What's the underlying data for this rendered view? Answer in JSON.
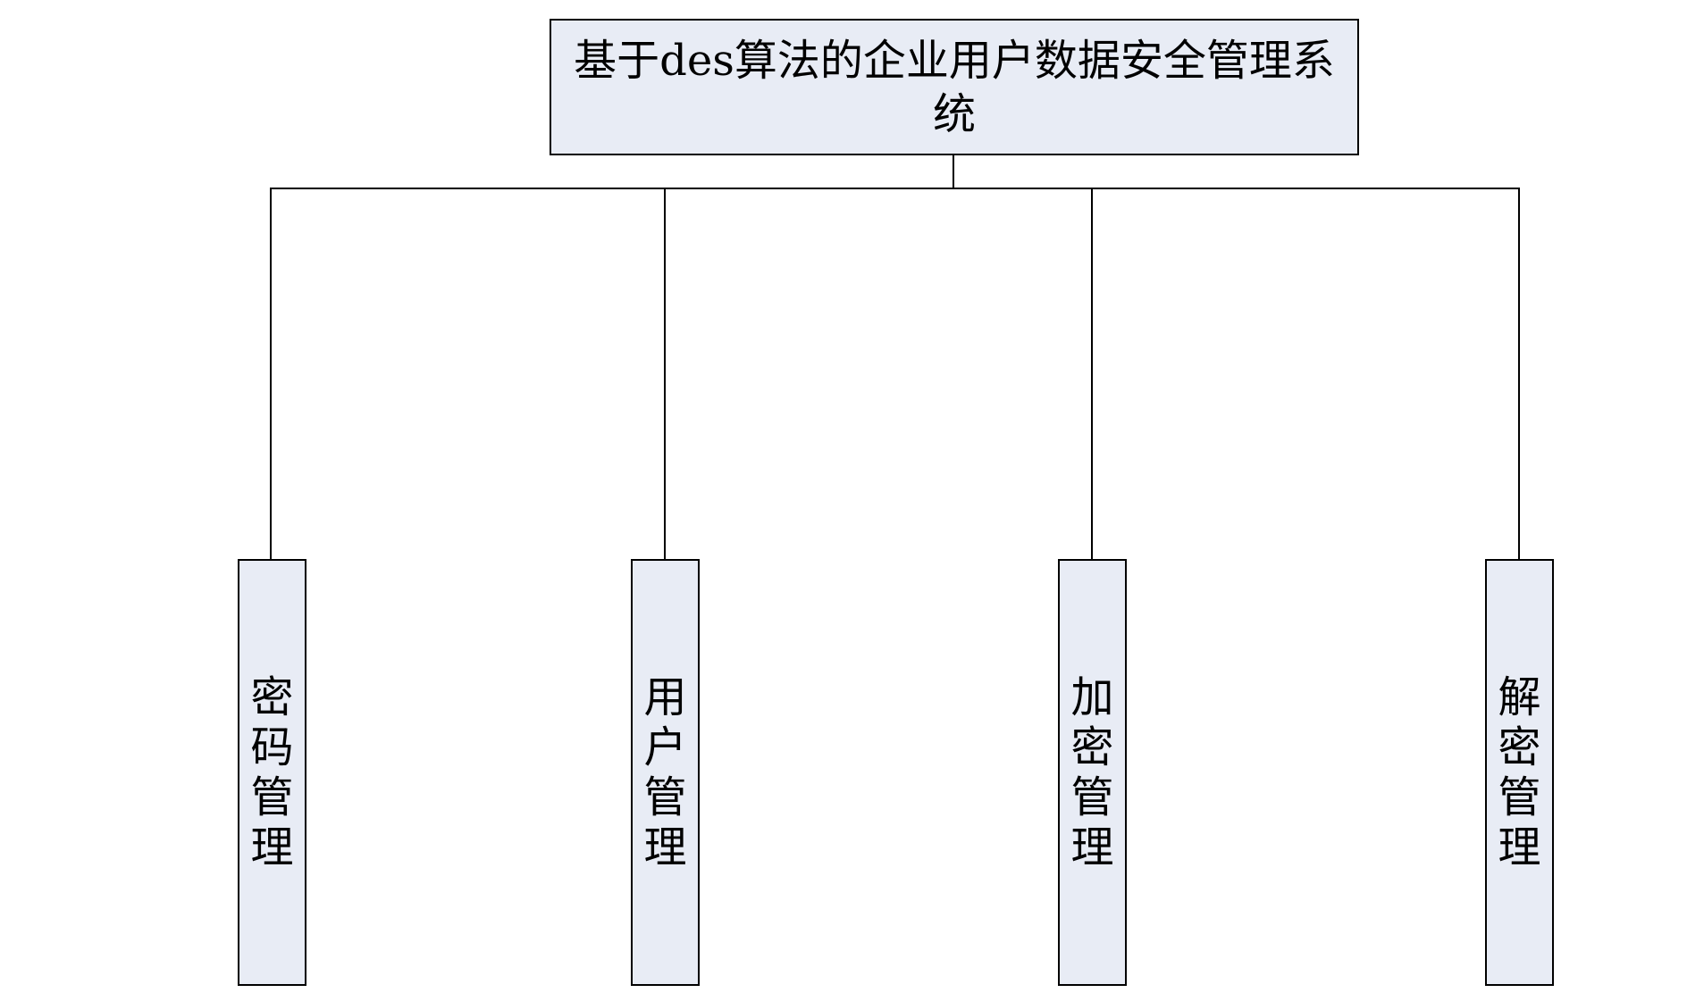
{
  "diagram": {
    "root": {
      "label": "基于des算法的企业用户数据安全管理系统"
    },
    "children": [
      {
        "label": "密码管理"
      },
      {
        "label": "用户管理"
      },
      {
        "label": "加密管理"
      },
      {
        "label": "解密管理"
      }
    ]
  },
  "colors": {
    "box_fill": "#e8ecf5",
    "line": "#000000"
  }
}
